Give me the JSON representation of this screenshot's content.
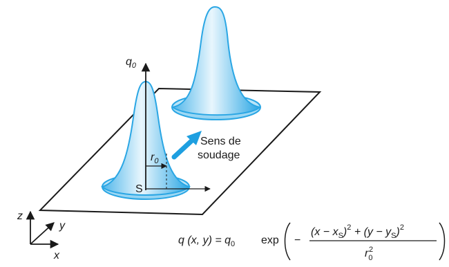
{
  "labels": {
    "q0": "q",
    "q0_sub": "0",
    "r0": "r",
    "r0_sub": "0",
    "S": "S",
    "direction_line1": "Sens de",
    "direction_line2": "soudage",
    "axis_x": "x",
    "axis_y": "y",
    "axis_z": "z"
  },
  "formula": {
    "lhs": "q (x, y) = q",
    "lhs_sub": "0",
    "exp": "exp",
    "minus": "−",
    "numerator_a": "(x − x",
    "numerator_a_sub": "S",
    "numerator_a_close": ")",
    "sq1": "2",
    "plus": "+ (y − y",
    "numerator_b_sub": "S",
    "numerator_b_close": ")",
    "sq2": "2",
    "denominator": "r",
    "denominator_sub": "0",
    "denominator_sup": "2"
  },
  "colors": {
    "peak_light": "#e8f6fd",
    "peak_mid": "#9fd7f3",
    "peak_dark": "#2aa6e4",
    "arrow": "#1e9fe0",
    "line": "#1a1a1a"
  }
}
